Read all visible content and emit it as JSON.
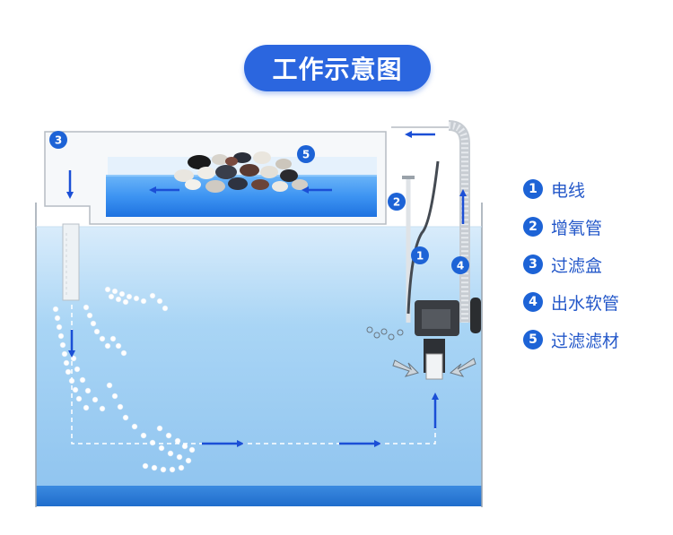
{
  "title": "工作示意图",
  "markers": {
    "m1": "1",
    "m2": "2",
    "m3": "3",
    "m4": "4",
    "m5": "5"
  },
  "legend": [
    {
      "num": "1",
      "label": "电线"
    },
    {
      "num": "2",
      "label": "增氧管"
    },
    {
      "num": "3",
      "label": "过滤盒"
    },
    {
      "num": "4",
      "label": "出水软管"
    },
    {
      "num": "5",
      "label": "过滤滤材"
    }
  ],
  "colors": {
    "accent": "#2b66df",
    "water": "#8fc7f0",
    "tank_bottom": "#2b7ad8",
    "filter_sponge": "#3a8ff0",
    "arrow": "#1b4fd6"
  }
}
